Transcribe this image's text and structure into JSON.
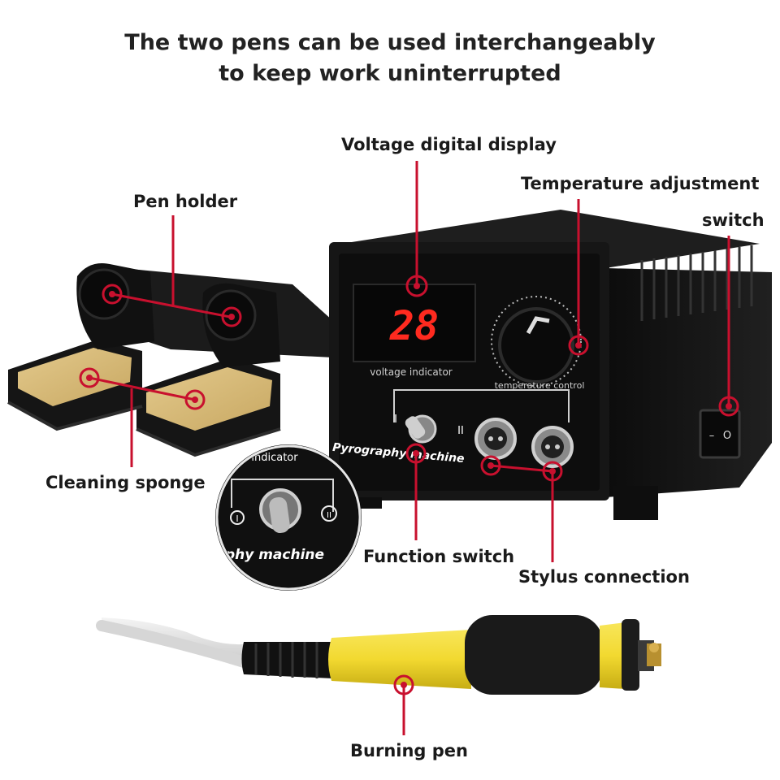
{
  "header": {
    "line1": "The two pens can be used interchangeably",
    "line2": "to keep work uninterrupted"
  },
  "callouts": {
    "pen_holder": "Pen holder",
    "voltage_display": "Voltage digital display",
    "temperature_adjustment": "Temperature adjustment",
    "switch": "switch",
    "cleaning_sponge": "Cleaning sponge",
    "function_switch": "Function switch",
    "stylus_connection": "Stylus connection",
    "burning_pen": "Burning pen"
  },
  "device": {
    "display_value": "28",
    "voltage_caption": "voltage indicator",
    "temperature_caption": "temperature control",
    "brand_text": "Pyrography machine",
    "marker_one": "I",
    "marker_two": "II",
    "power_switch_on": "–",
    "power_switch_off": "O"
  },
  "zoom_inset": {
    "indicator_text": "indicator",
    "machine_text": "phy machine",
    "marker_one": "I",
    "marker_two": "II"
  },
  "colors": {
    "callout_red": "#c8102e",
    "display_red": "#ff2a1f",
    "pen_yellow": "#f2d930",
    "device_black": "#141414"
  }
}
